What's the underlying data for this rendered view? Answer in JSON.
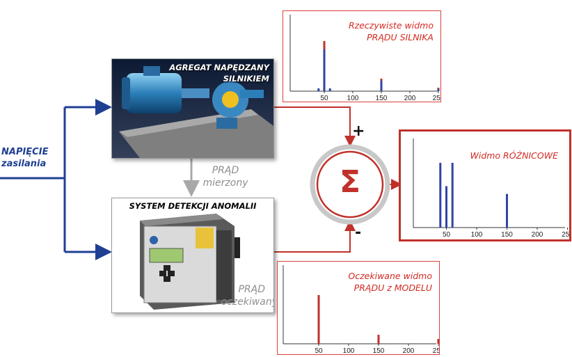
{
  "supply": {
    "line1": "NAPIĘCIE",
    "line2": "zasilania"
  },
  "pump": {
    "title_line1": "AGREGAT NAPĘDZANY",
    "title_line2": "SILNIKIEM"
  },
  "detector": {
    "title": "SYSTEM DETEKCJI ANOMALII"
  },
  "measured_current": {
    "line1": "PRĄD",
    "line2": "mierzony"
  },
  "expected_current": {
    "line1": "PRĄD",
    "line2": "oczekiwany"
  },
  "summer": {
    "symbol": "Σ",
    "plus": "+",
    "minus": "-"
  },
  "colors": {
    "blue": "#1f3f93",
    "red": "#c0312a",
    "bar_red": "#c0312a",
    "bar_blue": "#2f44a5",
    "grey": "#a8a8a8"
  },
  "chart_data": [
    {
      "type": "bar",
      "title_line1": "Rzeczywiste widmo",
      "title_line2": "PRĄDU SILNIKA",
      "ticks": [
        "50",
        "100",
        "150",
        "200",
        "250"
      ],
      "series": [
        {
          "color": "red",
          "points": [
            {
              "x": 50,
              "y": 0.72
            },
            {
              "x": 150,
              "y": 0.18
            },
            {
              "x": 250,
              "y": 0.05
            }
          ]
        },
        {
          "color": "blue",
          "points": [
            {
              "x": 40,
              "y": 0.04
            },
            {
              "x": 50,
              "y": 0.6
            },
            {
              "x": 60,
              "y": 0.04
            },
            {
              "x": 150,
              "y": 0.15
            },
            {
              "x": 250,
              "y": 0.03
            }
          ]
        }
      ]
    },
    {
      "type": "bar",
      "title_line1": "Widmo RÓŻNICOWE",
      "title_line2": "",
      "ticks": [
        "50",
        "100",
        "150",
        "200",
        "250"
      ],
      "series": [
        {
          "color": "blue",
          "points": [
            {
              "x": 40,
              "y": 0.75
            },
            {
              "x": 50,
              "y": 0.48
            },
            {
              "x": 60,
              "y": 0.75
            },
            {
              "x": 150,
              "y": 0.39
            }
          ]
        }
      ]
    },
    {
      "type": "bar",
      "title_line1": "Oczekiwane widmo",
      "title_line2": "PRĄDU z MODELU",
      "ticks": [
        "50",
        "100",
        "150",
        "200",
        "250"
      ],
      "series": [
        {
          "color": "red",
          "points": [
            {
              "x": 50,
              "y": 0.7
            },
            {
              "x": 150,
              "y": 0.13
            },
            {
              "x": 250,
              "y": 0.07
            }
          ]
        }
      ]
    }
  ]
}
